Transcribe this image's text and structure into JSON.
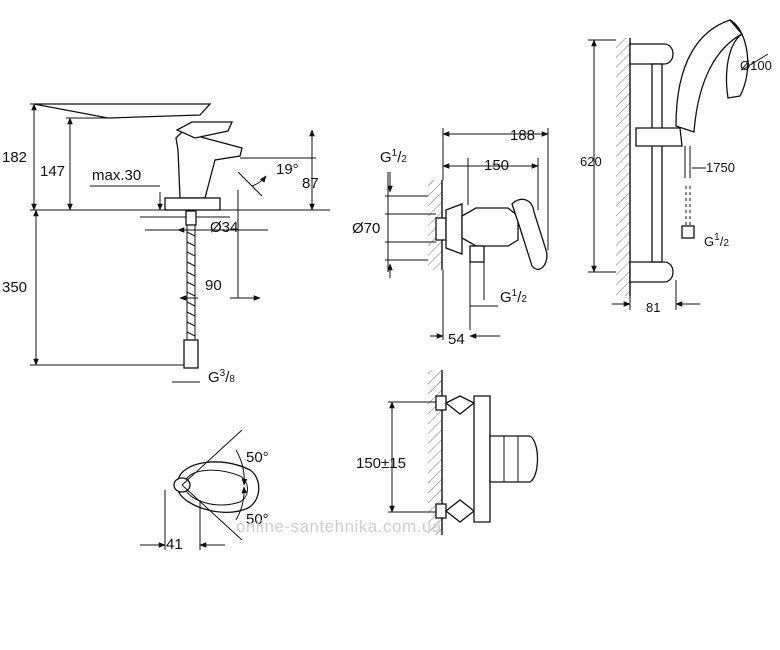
{
  "basin_mixer": {
    "height_total": "182",
    "height_spout": "147",
    "max_label": "max.30",
    "angle": "19°",
    "spout_height": "87",
    "hole_diameter": "Ø34",
    "hose_length": "350",
    "reach": "90",
    "connection": "G",
    "connection_sup": "3",
    "connection_sub": "8"
  },
  "lever_top_view": {
    "angle_top": "50°",
    "angle_bottom": "50°",
    "width": "41"
  },
  "shower_mixer": {
    "width_total": "188",
    "width_spout": "150",
    "thread": "G",
    "thread_sup": "1",
    "thread_sub": "2",
    "rosette": "Ø70",
    "outlet_thread": "G",
    "outlet_sup": "1",
    "outlet_sub": "2",
    "depth": "54",
    "centers": "150±15"
  },
  "shower_set": {
    "height": "620",
    "head_diameter": "Ø100",
    "hose_length": "1750",
    "thread": "G",
    "thread_sup": "1",
    "thread_sub": "2",
    "projection": "81"
  },
  "watermark": "online-santehnika.com.ua"
}
